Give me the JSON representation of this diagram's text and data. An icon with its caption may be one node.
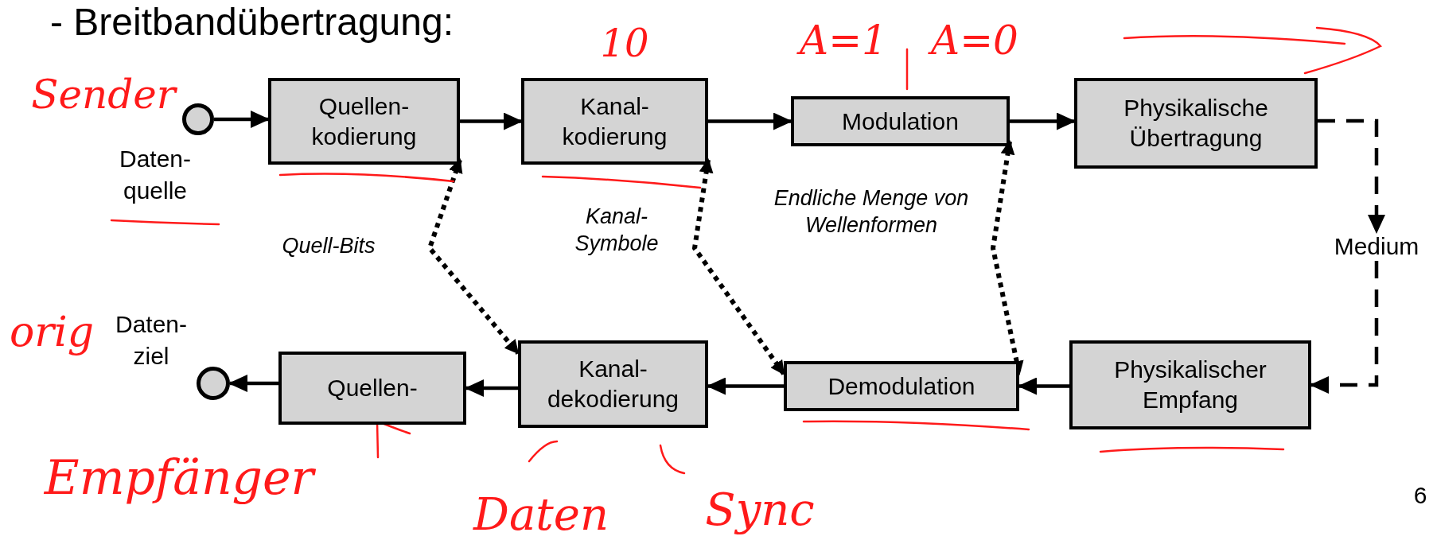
{
  "diagram": {
    "title": "- Breitbandübertragung:",
    "nodes": [
      {
        "text": [],
        "shape": "circle",
        "beside": [
          "Daten- quelle"
        ]
      },
      {
        "text": [
          "Quellen- kodierung"
        ]
      },
      {
        "text": [
          "Kanal- kodierung"
        ]
      },
      {
        "text": [
          "Modulation"
        ]
      },
      {
        "text": [
          "Physikalische Übertragung"
        ]
      },
      {
        "text": [
          "Physikalischer Empfang"
        ]
      },
      {
        "text": [
          "Demodulation"
        ]
      },
      {
        "text": [
          "Kanal- dekodierung"
        ]
      },
      {
        "text": [
          "Quellen-"
        ]
      },
      {
        "text": [],
        "shape": "circle",
        "beside": [
          "Daten- ziel"
        ]
      },
      {
        "text": [
          "Medium"
        ]
      }
    ],
    "edges": [
      {
        "from": 0,
        "to": 1,
        "arrow": "to"
      },
      {
        "from": 1,
        "to": 2,
        "arrow": "to"
      },
      {
        "from": 2,
        "to": 3,
        "arrow": "to"
      },
      {
        "from": 3,
        "to": 4,
        "arrow": "to"
      },
      {
        "from": 4,
        "to": 10,
        "arrow": "to",
        "style": "dashed"
      },
      {
        "from": 10,
        "to": 5,
        "arrow": "to",
        "style": "dashed"
      },
      {
        "from": 5,
        "to": 6,
        "arrow": "to"
      },
      {
        "from": 6,
        "to": 7,
        "arrow": "to"
      },
      {
        "from": 7,
        "to": 8,
        "arrow": "to"
      },
      {
        "from": 8,
        "to": 9,
        "arrow": "to"
      },
      {
        "from": 1,
        "to": 7,
        "arrow": "both",
        "style": "dashed",
        "label": "Quell-Bits"
      },
      {
        "from": 2,
        "to": 6,
        "arrow": "both",
        "style": "dashed",
        "label": "Kanal- Symbole"
      },
      {
        "from": 3,
        "to": 6,
        "arrow": "both",
        "style": "dashed",
        "label": "Endliche Menge von Wellenformen"
      }
    ],
    "labels": [
      "Sender",
      "10",
      "A=1",
      "A=0",
      "orig",
      "Empfänger",
      "Daten",
      "Sync",
      "6"
    ]
  }
}
